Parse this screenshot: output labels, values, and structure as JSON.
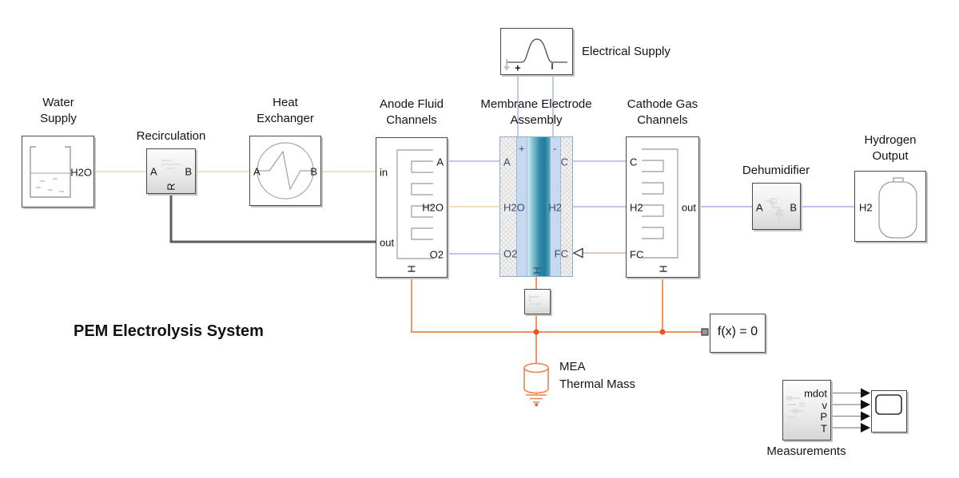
{
  "title": "PEM Electrolysis System",
  "annotations": {
    "electrical_supply": "Electrical Supply",
    "thermal_mass": "MEA\nThermal Mass",
    "measurements": "Measurements"
  },
  "blocks": {
    "water_supply": {
      "label": "Water\nSupply",
      "ports": {
        "h2o": "H2O"
      }
    },
    "recirculation": {
      "label": "Recirculation",
      "ports": {
        "a": "A",
        "b": "B",
        "r": "R"
      }
    },
    "heat_exchanger": {
      "label": "Heat\nExchanger",
      "ports": {
        "a": "A",
        "b": "B"
      }
    },
    "anode": {
      "label": "Anode Fluid\nChannels",
      "ports": {
        "in": "in",
        "out": "out",
        "a": "A",
        "h2o": "H2O",
        "o2": "O2",
        "h": "H"
      }
    },
    "mea": {
      "label": "Membrane Electrode\nAssembly",
      "ports": {
        "plus": "+",
        "minus": "-",
        "a": "A",
        "h2o": "H2O",
        "o2": "O2",
        "c": "C",
        "h2": "H2",
        "fc": "FC",
        "h": "H"
      }
    },
    "cathode": {
      "label": "Cathode Gas\nChannels",
      "ports": {
        "c": "C",
        "h2": "H2",
        "fc": "FC",
        "out": "out",
        "h": "H"
      }
    },
    "electrical_supply": {
      "ports": {
        "plus": "+",
        "minus": "-"
      }
    },
    "dehumidifier": {
      "label": "Dehumidifier",
      "ports": {
        "a": "A",
        "b": "B"
      }
    },
    "hydrogen_output": {
      "label": "Hydrogen\nOutput",
      "ports": {
        "h2": "H2"
      }
    },
    "solver": {
      "label": "f(x) = 0"
    },
    "measurements": {
      "ports": {
        "mdot": "mdot",
        "v": "v",
        "p": "P",
        "t": "T"
      }
    }
  },
  "colors": {
    "water_line": "#e7d9a4",
    "gas_line": "#b6b2e4",
    "electrical_line": "#a6bedf",
    "moist_line": "#b2a9e2",
    "signal_line": "#c9a89b",
    "thermal_line": "#ee8150",
    "thermal_node": "#e8591f",
    "recirc_line": "#5c5e60",
    "measure_line": "#8a8a8a"
  }
}
